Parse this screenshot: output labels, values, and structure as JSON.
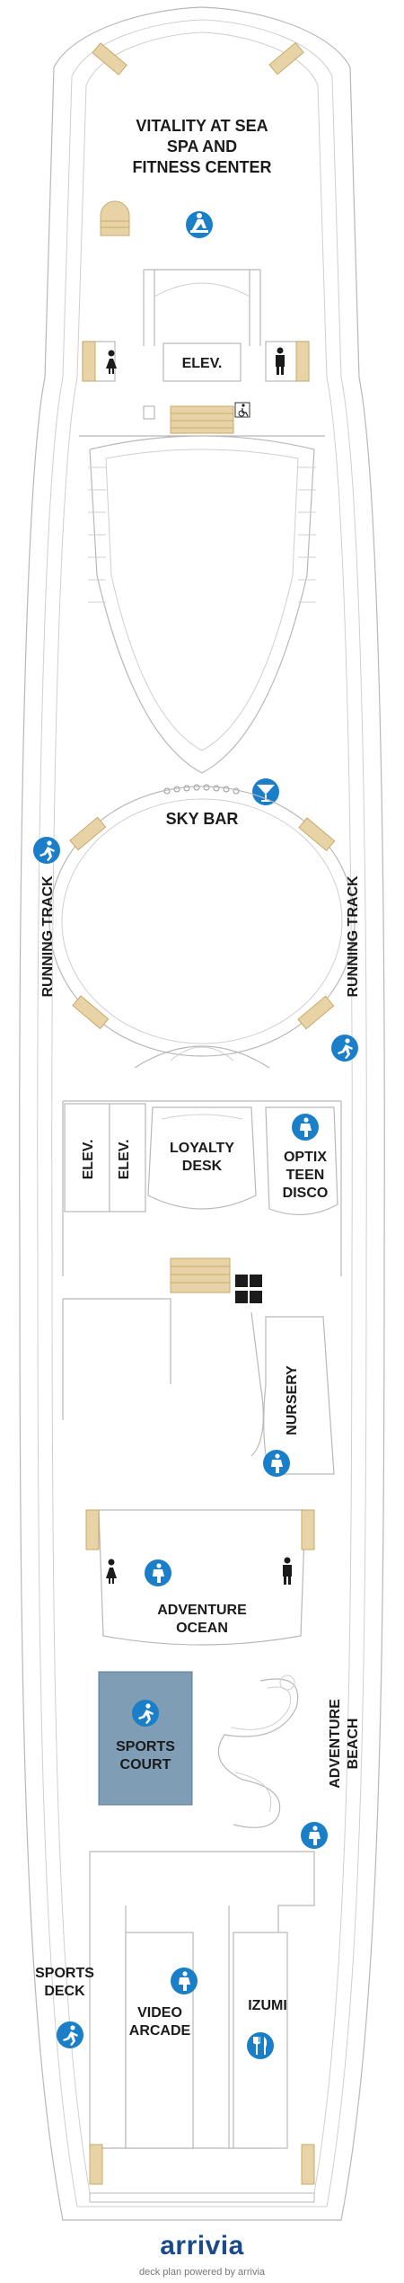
{
  "labels": {
    "spa_line1": "VITALITY AT SEA",
    "spa_line2": "SPA AND",
    "spa_line3": "FITNESS CENTER",
    "elev_top": "ELEV.",
    "sky_bar": "SKY BAR",
    "running_track_left": "RUNNING TRACK",
    "running_track_right": "RUNNING TRACK",
    "elev_mid_left": "ELEV.",
    "elev_mid_right": "ELEV.",
    "loyalty_line1": "LOYALTY",
    "loyalty_line2": "DESK",
    "optix_line1": "OPTIX",
    "optix_line2": "TEEN",
    "optix_line3": "DISCO",
    "nursery": "NURSERY",
    "adventure_ocean_line1": "ADVENTURE",
    "adventure_ocean_line2": "OCEAN",
    "sports_court_line1": "SPORTS",
    "sports_court_line2": "COURT",
    "adventure_beach_line1": "ADVENTURE",
    "adventure_beach_line2": "BEACH",
    "sports_deck_line1": "SPORTS",
    "sports_deck_line2": "DECK",
    "video_arcade_line1": "VIDEO",
    "video_arcade_line2": "ARCADE",
    "izumi": "IZUMI"
  },
  "footer": {
    "logo": "arrivia",
    "tagline": "deck plan powered by arrivia"
  },
  "colors": {
    "icon_blue": "#1a7fc8",
    "sports_court_fill": "#7f9db4",
    "stairs": "#e8d3a6",
    "logo": "#1a4a8a"
  },
  "icons": [
    "fitness-icon",
    "restroom-women-icon",
    "restroom-men-icon",
    "accessible-icon",
    "cocktail-icon",
    "running-icon",
    "kids-icon",
    "dining-icon",
    "baby-changing-icon"
  ]
}
